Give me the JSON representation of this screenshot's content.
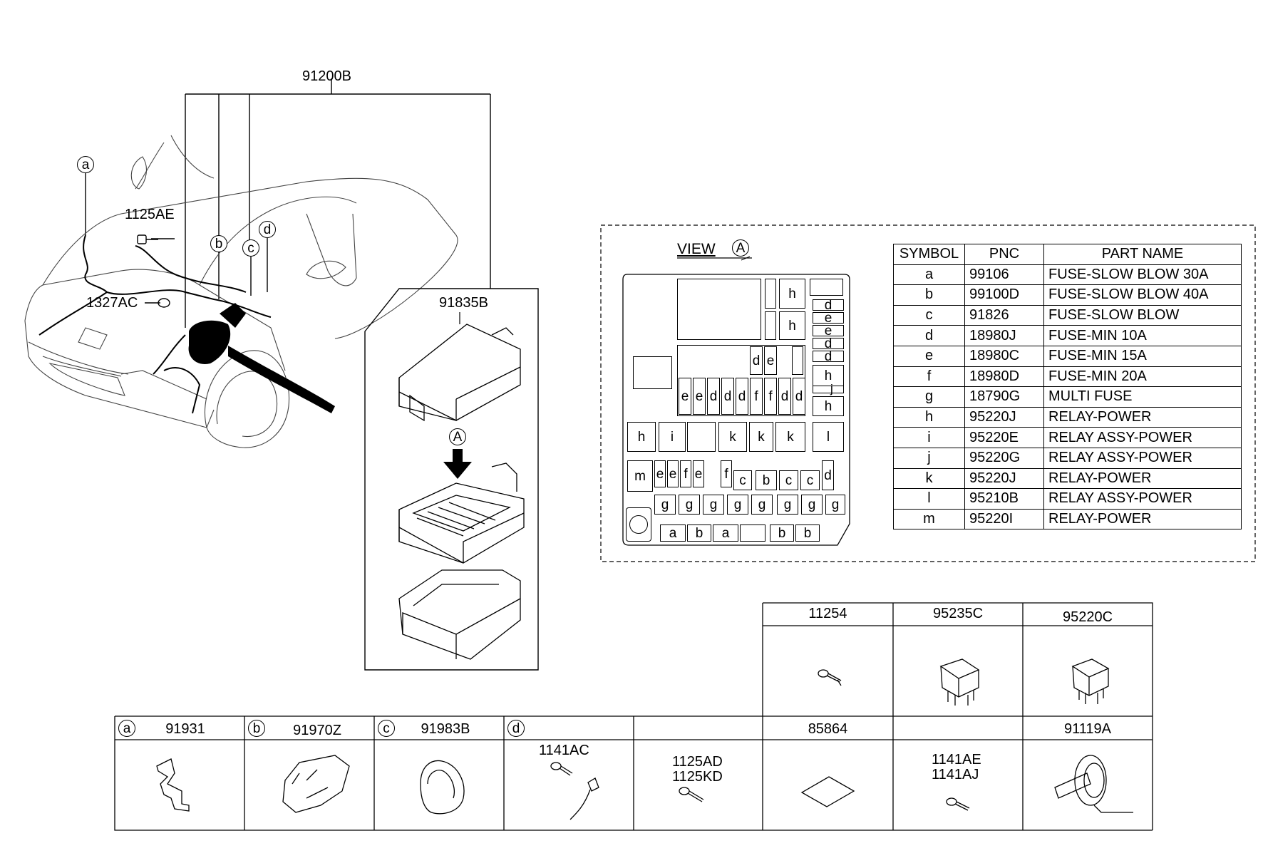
{
  "main_labels": {
    "harness": "91200B",
    "bolt_1": "1125AE",
    "bolt_2": "1327AC",
    "junction_box": "91835B",
    "view_marker": "A"
  },
  "callouts": [
    "a",
    "b",
    "c",
    "d"
  ],
  "view": {
    "title": "VIEW",
    "marker": "A"
  },
  "parts_table": {
    "headers": [
      "SYMBOL",
      "PNC",
      "PART NAME"
    ],
    "rows": [
      {
        "symbol": "a",
        "pnc": "99106",
        "name": "FUSE-SLOW BLOW 30A"
      },
      {
        "symbol": "b",
        "pnc": "99100D",
        "name": "FUSE-SLOW BLOW 40A"
      },
      {
        "symbol": "c",
        "pnc": "91826",
        "name": "FUSE-SLOW BLOW"
      },
      {
        "symbol": "d",
        "pnc": "18980J",
        "name": "FUSE-MIN 10A"
      },
      {
        "symbol": "e",
        "pnc": "18980C",
        "name": "FUSE-MIN 15A"
      },
      {
        "symbol": "f",
        "pnc": "18980D",
        "name": "FUSE-MIN 20A"
      },
      {
        "symbol": "g",
        "pnc": "18790G",
        "name": "MULTI FUSE"
      },
      {
        "symbol": "h",
        "pnc": "95220J",
        "name": "RELAY-POWER"
      },
      {
        "symbol": "i",
        "pnc": "95220E",
        "name": "RELAY ASSY-POWER"
      },
      {
        "symbol": "j",
        "pnc": "95220G",
        "name": "RELAY ASSY-POWER"
      },
      {
        "symbol": "k",
        "pnc": "95220J",
        "name": "RELAY-POWER"
      },
      {
        "symbol": "l",
        "pnc": "95210B",
        "name": "RELAY ASSY-POWER"
      },
      {
        "symbol": "m",
        "pnc": "95220I",
        "name": "RELAY-POWER"
      }
    ]
  },
  "fuse_cells": {
    "h": "h",
    "i": "i",
    "k": "k",
    "l": "l",
    "m": "m",
    "a": "a",
    "b": "b",
    "c": "c",
    "d": "d",
    "e": "e",
    "f": "f",
    "g": "g",
    "j": "j"
  },
  "parts_grid_top": [
    {
      "header": "11254",
      "icon": "bolt-icon"
    },
    {
      "header": "95235C",
      "icon": "relay-icon"
    },
    {
      "header": "95220C",
      "icon": "relay-icon"
    }
  ],
  "parts_grid_bottom": [
    {
      "symbol": "a",
      "header": "91931",
      "icon": "bracket-icon"
    },
    {
      "symbol": "b",
      "header": "91970Z",
      "icon": "cover-icon"
    },
    {
      "symbol": "c",
      "header": "91983B",
      "icon": "grommet-icon"
    },
    {
      "symbol": "d",
      "header": "",
      "inner": [
        "1141AC"
      ],
      "icon": "bolt-icon"
    },
    {
      "symbol": "",
      "header": "",
      "inner": [
        "1125AD",
        "1125KD"
      ],
      "icon": "bolt-icon"
    },
    {
      "symbol": "",
      "header": "85864",
      "icon": "pad-icon"
    },
    {
      "symbol": "",
      "header": "",
      "inner": [
        "1141AE",
        "1141AJ"
      ],
      "icon": "bolt-icon"
    },
    {
      "symbol": "",
      "header": "91119A",
      "icon": "horn-icon"
    }
  ]
}
